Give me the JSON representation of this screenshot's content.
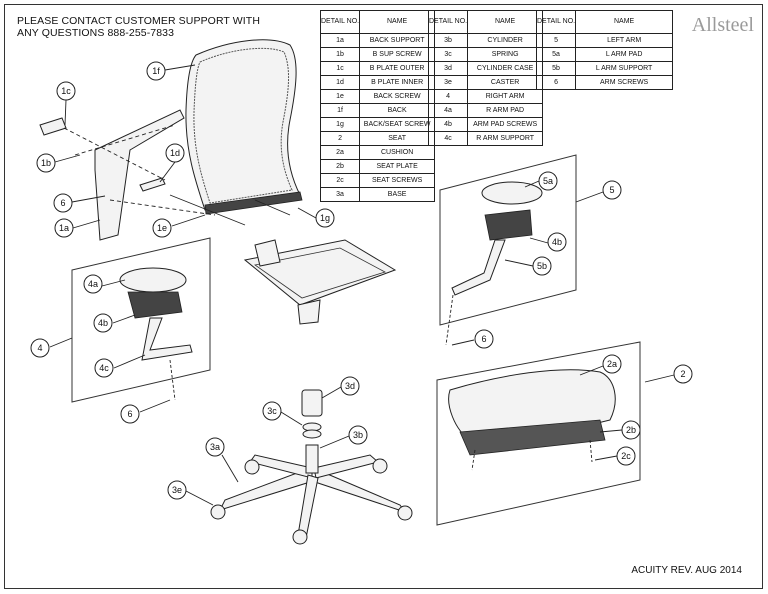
{
  "header": {
    "contact_line1": "PLEASE CONTACT CUSTOMER SUPPORT WITH",
    "contact_line2": "ANY QUESTIONS 888-255-7833",
    "brand": "Allsteel"
  },
  "footer": {
    "revision": "ACUITY REV. AUG 2014"
  },
  "table_headers": {
    "detail_no": "DETAIL NO.",
    "name": "NAME"
  },
  "parts_table_1": [
    {
      "no": "1a",
      "name": "BACK SUPPORT"
    },
    {
      "no": "1b",
      "name": "B SUP SCREW"
    },
    {
      "no": "1c",
      "name": "B PLATE OUTER"
    },
    {
      "no": "1d",
      "name": "B PLATE INNER"
    },
    {
      "no": "1e",
      "name": "BACK SCREW"
    },
    {
      "no": "1f",
      "name": "BACK"
    },
    {
      "no": "1g",
      "name": "BACK/SEAT SCREW"
    },
    {
      "no": "2",
      "name": "SEAT"
    },
    {
      "no": "2a",
      "name": "CUSHION"
    },
    {
      "no": "2b",
      "name": "SEAT PLATE"
    },
    {
      "no": "2c",
      "name": "SEAT SCREWS"
    },
    {
      "no": "3a",
      "name": "BASE"
    }
  ],
  "parts_table_2": [
    {
      "no": "3b",
      "name": "CYLINDER"
    },
    {
      "no": "3c",
      "name": "SPRING"
    },
    {
      "no": "3d",
      "name": "CYLINDER CASE"
    },
    {
      "no": "3e",
      "name": "CASTER"
    },
    {
      "no": "4",
      "name": "RIGHT ARM"
    },
    {
      "no": "4a",
      "name": "R ARM PAD"
    },
    {
      "no": "4b",
      "name": "ARM PAD SCREWS"
    },
    {
      "no": "4c",
      "name": "R ARM SUPPORT"
    }
  ],
  "parts_table_3": [
    {
      "no": "5",
      "name": "LEFT ARM"
    },
    {
      "no": "5a",
      "name": "L ARM PAD"
    },
    {
      "no": "5b",
      "name": "L ARM SUPPORT"
    },
    {
      "no": "6",
      "name": "ARM SCREWS"
    }
  ],
  "callouts": {
    "c1c": "1c",
    "c1b": "1b",
    "c6a": "6",
    "c1a": "1a",
    "c1f": "1f",
    "c1d": "1d",
    "c1e": "1e",
    "c1g": "1g",
    "c4a": "4a",
    "c4b": "4b",
    "c4": "4",
    "c4c": "4c",
    "c6b": "6",
    "c5a": "5a",
    "c5": "5",
    "c4b2": "4b",
    "c5b": "5b",
    "c6c": "6",
    "c2a": "2a",
    "c2": "2",
    "c2b": "2b",
    "c2c": "2c",
    "c3d": "3d",
    "c3c": "3c",
    "c3b": "3b",
    "c3a": "3a",
    "c3e": "3e"
  }
}
